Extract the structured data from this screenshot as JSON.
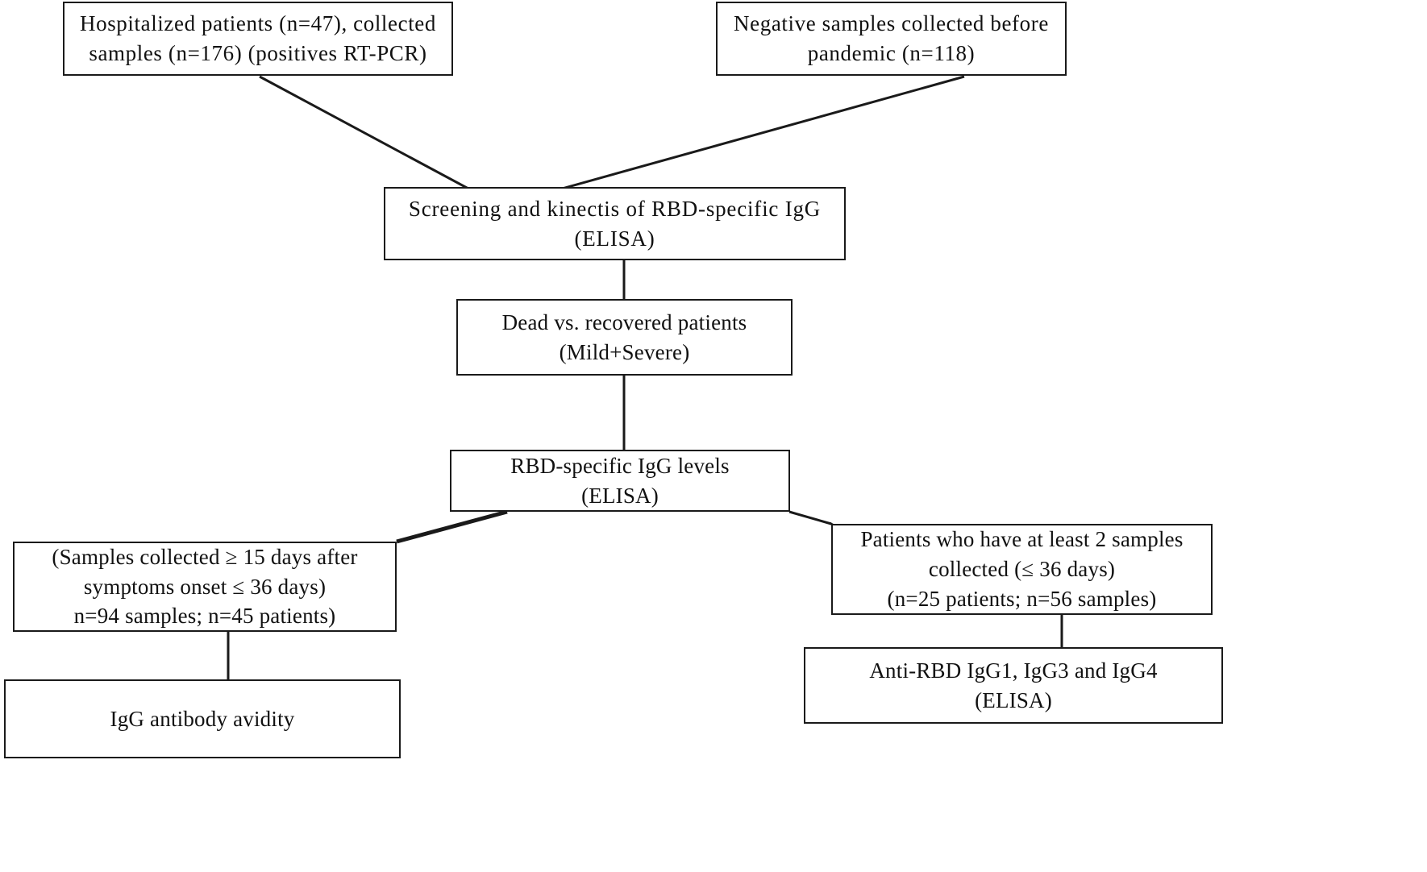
{
  "figure": {
    "type": "flowchart",
    "orientation": "top-down",
    "background_color": "#ffffff",
    "line_color": "#1a1a1a",
    "text_color": "#111111"
  },
  "nodes": {
    "hospitalized": {
      "id": "hospitalized-patients",
      "lines": [
        "Hospitalized  patients  (n=47),  collected",
        "samples  (n=176) (positives  RT-PCR)"
      ]
    },
    "negative": {
      "id": "negative-samples",
      "lines": [
        "Negative  samples  collected  before",
        "pandemic  (n=118)"
      ]
    },
    "screening": {
      "id": "screening-kinetics",
      "lines": [
        "Screening  and kinectis  of RBD-specific  IgG",
        "(ELISA)"
      ]
    },
    "dead_recovered": {
      "id": "dead-vs-recovered",
      "lines": [
        "Dead vs. recovered patients",
        "(Mild+Severe)"
      ]
    },
    "rbd_levels": {
      "id": "rbd-specific-igg-levels",
      "lines": [
        "RBD-specific  IgG levels",
        "(ELISA)"
      ]
    },
    "samples_15days": {
      "id": "samples-collected-15-days",
      "lines": [
        "(Samples  collected  ≥ 15 days after",
        "symptoms  onset ≤ 36 days)",
        "n=94 samples;  n=45 patients)"
      ]
    },
    "at_least_2": {
      "id": "patients-at-least-2-samples",
      "lines": [
        "Patients  who have  at least  2 samples",
        "collected  (≤ 36 days)",
        "(n=25 patients;  n=56 samples)"
      ]
    },
    "avidity": {
      "id": "igg-antibody-avidity",
      "lines": [
        "IgG antibody  avidity"
      ]
    },
    "anti_rbd_subclasses": {
      "id": "anti-rbd-igg-subclasses",
      "lines": [
        "Anti-RBD  IgG1, IgG3 and IgG4",
        "(ELISA)"
      ]
    }
  },
  "edges": [
    {
      "from": "hospitalized",
      "to": "screening",
      "style": "diagonal"
    },
    {
      "from": "negative",
      "to": "screening",
      "style": "diagonal"
    },
    {
      "from": "screening",
      "to": "dead_recovered",
      "style": "vertical"
    },
    {
      "from": "dead_recovered",
      "to": "rbd_levels",
      "style": "vertical"
    },
    {
      "from": "rbd_levels",
      "to": "samples_15days",
      "style": "diagonal"
    },
    {
      "from": "rbd_levels",
      "to": "at_least_2",
      "style": "diagonal"
    },
    {
      "from": "samples_15days",
      "to": "avidity",
      "style": "vertical"
    },
    {
      "from": "at_least_2",
      "to": "anti_rbd_subclasses",
      "style": "vertical"
    }
  ]
}
